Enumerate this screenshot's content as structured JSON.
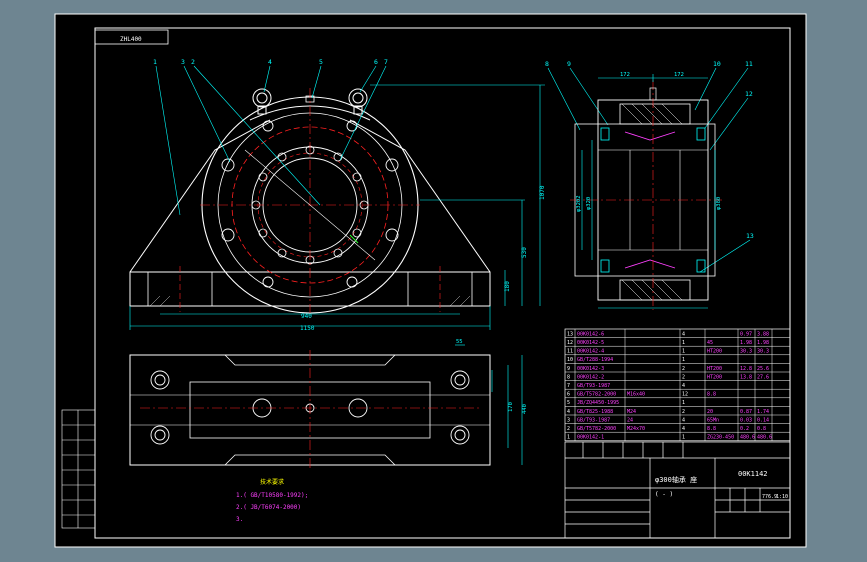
{
  "colors": {
    "background_outer": "#6e8591",
    "sheet": "#000000",
    "line_white": "#ffffff",
    "line_cyan": "#00ffff",
    "line_red": "#ff2020",
    "line_magenta": "#ff40ff",
    "line_yellow": "#ffff00",
    "line_green": "#30ff30"
  },
  "drawing": {
    "code_box": "ZHL400",
    "title": "φ300轴承 座",
    "subtitle": "( - )",
    "drawing_no": "00K1142"
  },
  "balloons": [
    "1",
    "3",
    "2",
    "4",
    "5",
    "6",
    "7",
    "8",
    "9",
    "10",
    "11",
    "12",
    "13"
  ],
  "dimensions": {
    "front": [
      "940",
      "1150",
      "1070",
      "530",
      "180"
    ],
    "side": [
      "172",
      "172",
      "φ380",
      "φ3202",
      "φ320"
    ],
    "plan": [
      "55",
      "170",
      "440"
    ]
  },
  "parts_table": [
    {
      "no": "13",
      "code": "00K0142-6",
      "name": "",
      "qty": "4",
      "mat": "",
      "w1": "0.97",
      "w2": "3.88"
    },
    {
      "no": "12",
      "code": "00K0142-5",
      "name": "",
      "qty": "1",
      "mat": "45",
      "w1": "1.98",
      "w2": "1.98"
    },
    {
      "no": "11",
      "code": "00K0142-4",
      "name": "",
      "qty": "1",
      "mat": "HT200",
      "w1": "30.3",
      "w2": "30.3"
    },
    {
      "no": "10",
      "code": "GB/T288-1994",
      "name": "",
      "qty": "1",
      "mat": "",
      "w1": "",
      "w2": ""
    },
    {
      "no": "9",
      "code": "00K0142-3",
      "name": "",
      "qty": "2",
      "mat": "HT200",
      "w1": "12.8",
      "w2": "25.6"
    },
    {
      "no": "8",
      "code": "00K0142-2",
      "name": "",
      "qty": "2",
      "mat": "HT200",
      "w1": "13.8",
      "w2": "27.6"
    },
    {
      "no": "7",
      "code": "GB/T93-1987",
      "name": "",
      "qty": "4",
      "mat": "",
      "w1": "",
      "w2": ""
    },
    {
      "no": "6",
      "code": "GB/T5782-2000",
      "name": "M16x40",
      "qty": "12",
      "mat": "8.8",
      "w1": "",
      "w2": ""
    },
    {
      "no": "5",
      "code": "JB/ZQ4450-1995",
      "name": "",
      "qty": "1",
      "mat": "",
      "w1": "",
      "w2": ""
    },
    {
      "no": "4",
      "code": "GB/T825-1988",
      "name": "M24",
      "qty": "2",
      "mat": "20",
      "w1": "0.87",
      "w2": "1.74"
    },
    {
      "no": "3",
      "code": "GB/T93-1987",
      "name": "24",
      "qty": "4",
      "mat": "65Mn",
      "w1": "0.03",
      "w2": "0.14"
    },
    {
      "no": "2",
      "code": "GB/T5782-2000",
      "name": "M24x70",
      "qty": "4",
      "mat": "8.8",
      "w1": "0.2",
      "w2": "0.8"
    },
    {
      "no": "1",
      "code": "00K0142-1",
      "name": "",
      "qty": "1",
      "mat": "ZG230-450",
      "w1": "480.6",
      "w2": "480.6"
    }
  ],
  "notes": {
    "heading": "技术要求",
    "lines": [
      "1.( GB/T10580-1992);",
      "2.( JB/T6074-2000)",
      "3."
    ]
  },
  "title_block": {
    "scale": "1:10",
    "total": "776.9"
  }
}
